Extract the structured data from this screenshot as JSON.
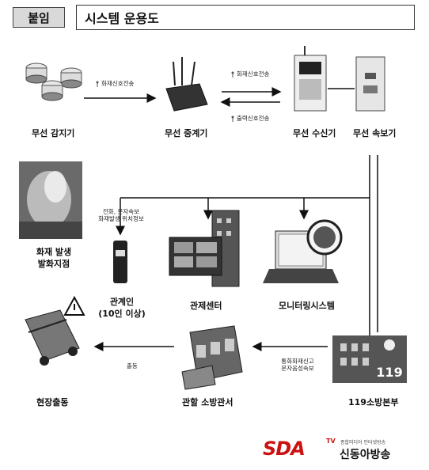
{
  "header": {
    "tag": "붙임",
    "title": "시스템 운용도"
  },
  "nodes": {
    "detector": "무선 감지기",
    "repeater": "무선 중계기",
    "receiver": "무선 수신기",
    "alarm": "무선 속보기",
    "fire_site": "화재 발생\n발화지점",
    "stakeholder": "관계인\n(10인 이상)",
    "control_center": "관제센터",
    "monitoring": "모니터링시스템",
    "hq119": "119소방본부",
    "station": "관할 소방관서",
    "dispatch": "현장출동"
  },
  "edges": {
    "fire_signal_1": "화재신호전송",
    "fire_signal_2": "화재신호전송",
    "output_signal": "출력신호전송",
    "sms_notice": "전화, 문자속보\n화재발생 위치정보",
    "report": "통화화재신고\n문자음성속보",
    "dispatch_edge": "출동"
  },
  "logo": {
    "brand": "SDA",
    "tv": "TV",
    "sub": "종합미디어 인터넷방송",
    "name": "신동아방송"
  }
}
